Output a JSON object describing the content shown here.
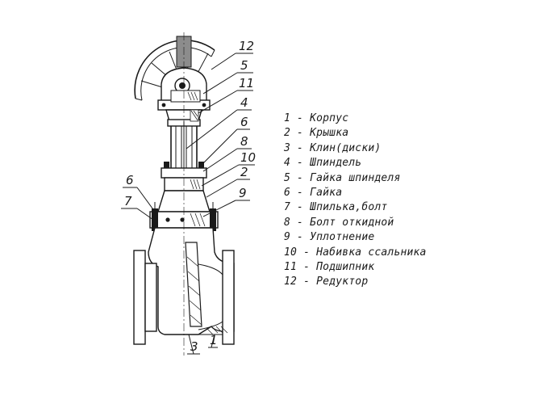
{
  "callouts": [
    {
      "num": "12",
      "part": "Редуктор"
    },
    {
      "num": "5",
      "part": "Гайка шпинделя"
    },
    {
      "num": "11",
      "part": "Подшипник"
    },
    {
      "num": "4",
      "part": "Шпиндель"
    },
    {
      "num": "6",
      "part": "Гайка"
    },
    {
      "num": "8",
      "part": "Болт откидной"
    },
    {
      "num": "10",
      "part": "Набивка ссальника"
    },
    {
      "num": "2",
      "part": "Крышка"
    },
    {
      "num": "9",
      "part": "Уплотнение"
    },
    {
      "num": "6",
      "part": "Гайка"
    },
    {
      "num": "7",
      "part": "Шпилька,болт"
    },
    {
      "num": "3",
      "part": "Клин(диски)"
    },
    {
      "num": "1",
      "part": "Корпус"
    }
  ],
  "legend": [
    "1 - Корпус",
    "2 - Крышка",
    "3 - Клин(диски)",
    "4 - Шпиндель",
    "5 - Гайка шпинделя",
    "6 - Гайка",
    "7 - Шпилька,болт",
    "8 - Болт откидной",
    "9 - Уплотнение",
    "10 - Набивка ссальника",
    "11 - Подшипник",
    "12 - Редуктор"
  ]
}
